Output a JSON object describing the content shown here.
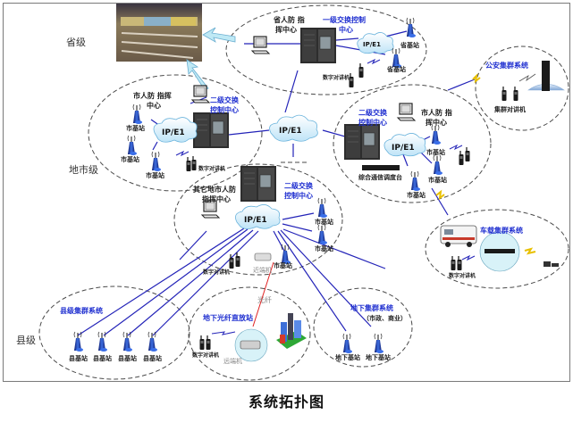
{
  "caption": "系统拓扑图",
  "levels": {
    "province": "省级",
    "city": "地市级",
    "county": "县级"
  },
  "province_zone": {
    "center_label_1": "省人防 指",
    "center_label_2": "挥中心",
    "switch_label_1": "一级交换控制",
    "switch_label_2": "中心",
    "cloud": "IP/E1",
    "base_stations": [
      "省基站",
      "省基站"
    ],
    "radio": "数字对讲机"
  },
  "police_zone": {
    "title": "公安集群系统",
    "radio": "集群对讲机"
  },
  "city_left_zone": {
    "center_label_1": "市人防 指挥",
    "center_label_2": "中心",
    "switch_label_1": "二级交换",
    "switch_label_2": "控制中心",
    "cloud": "IP/E1",
    "base_stations": [
      "市基站",
      "市基站",
      "市基站"
    ],
    "radio": "数字对讲机"
  },
  "core_cloud": "IP/E1",
  "city_right_zone": {
    "center_label_1": "市人防 指",
    "center_label_2": "挥中心",
    "switch_label_1": "二级交换",
    "switch_label_2": "控制中心",
    "cloud": "IP/E1",
    "base_stations": [
      "市基站",
      "市基站",
      "市基站"
    ],
    "console": "综合通信调度台"
  },
  "city_other_zone": {
    "center_label_1": "其它地市人防",
    "center_label_2": "指挥中心",
    "switch_label_1": "二级交换",
    "switch_label_2": "控制中心",
    "cloud": "IP/E1",
    "base_stations": [
      "市基站",
      "市基站",
      "市基站"
    ],
    "radio": "数字对讲机",
    "near_end": "近端机"
  },
  "vehicle_zone": {
    "title": "车载集群系统",
    "radio": "数字对讲机"
  },
  "county_zone": {
    "title": "县级集群系统",
    "base_stations": [
      "县基站",
      "县基站",
      "县基站",
      "县基站"
    ]
  },
  "fiber_zone": {
    "fiber_label": "光纤",
    "title": "地下光纤直放站",
    "radio": "数字对讲机",
    "far_end": "远端机"
  },
  "underground_zone": {
    "title": "地下集群系统",
    "subtitle": "（市政、商业）",
    "base_stations": [
      "地下基站",
      "地下基站"
    ]
  }
}
